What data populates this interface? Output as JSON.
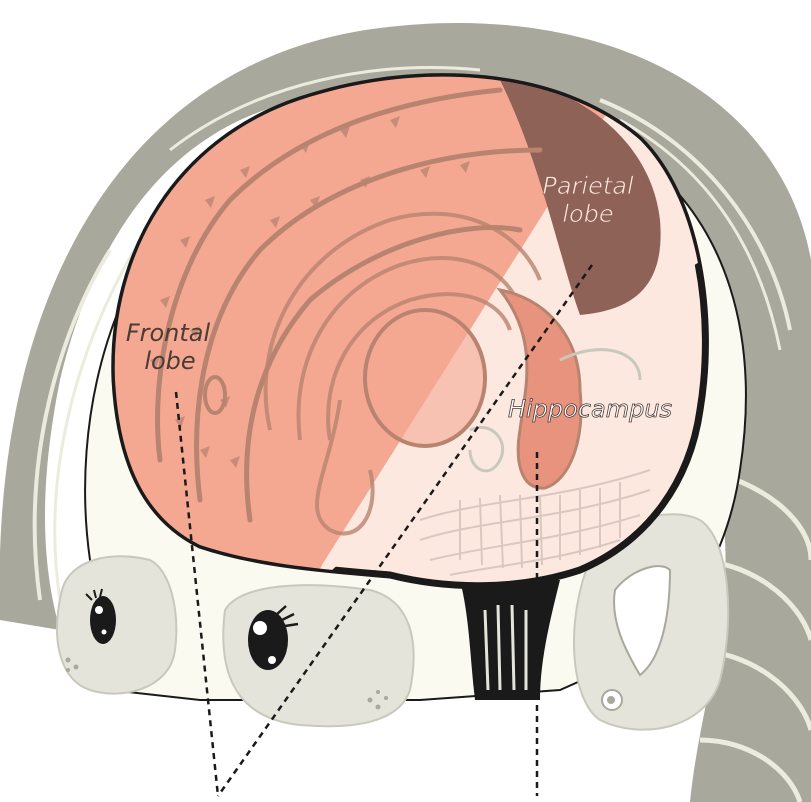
{
  "labels": {
    "parietal_line1": "Parietal",
    "parietal_line2": "lobe",
    "frontal_line1": "Frontal",
    "frontal_line2": "lobe",
    "hippocampus": "Hippocampus"
  },
  "colors": {
    "hair": "#a8a89c",
    "hair_highlight": "#ececde",
    "skin": "#fbfaf0",
    "brain_front": "#f4a892",
    "brain_front_fold": "#b8836f",
    "brain_back": "#fde8df",
    "parietal_overlay": "#8e6257",
    "outline": "#1a1a1a",
    "frontal_text": "#4a3b35",
    "parietal_text": "#fde8df"
  }
}
